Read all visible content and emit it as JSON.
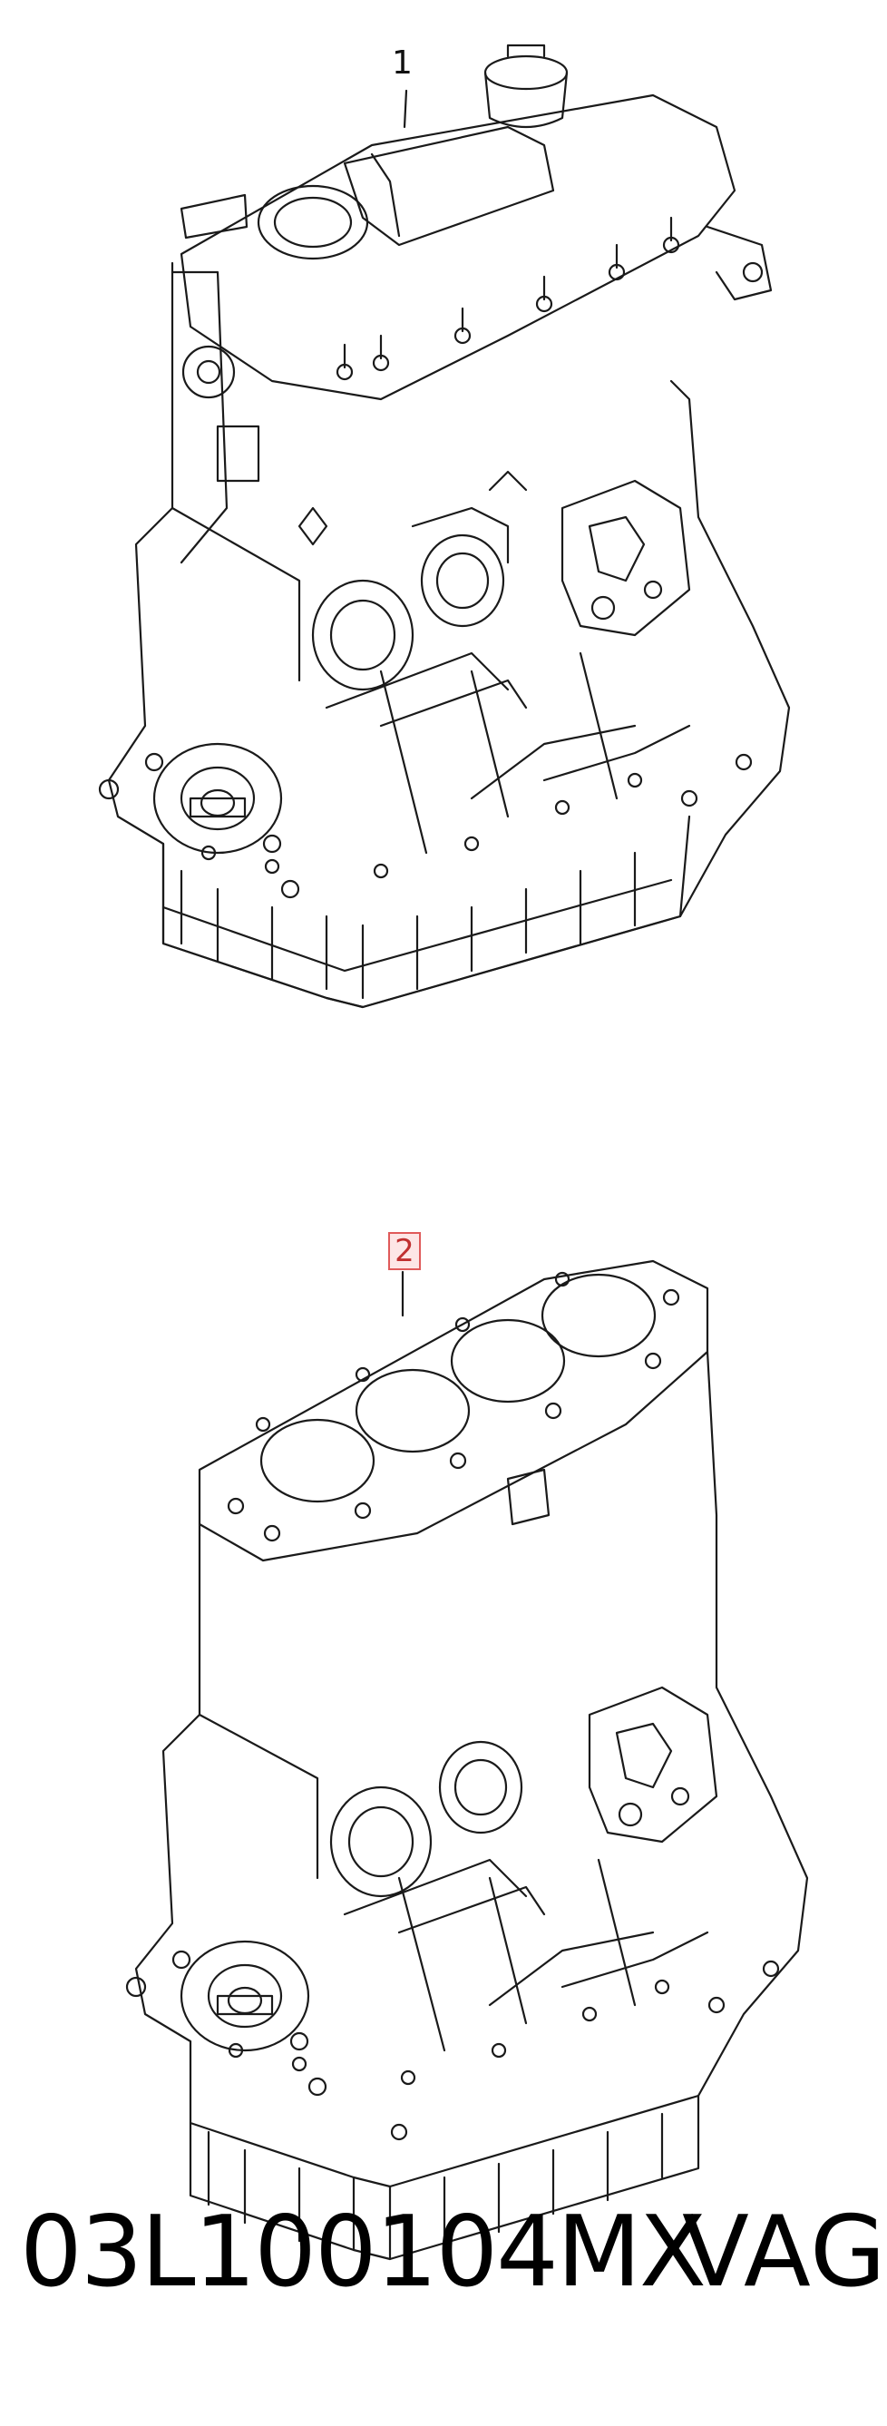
{
  "callouts": {
    "engine": "1",
    "block": "2"
  },
  "footer": {
    "part_number": "03L100104MX",
    "brand": "VAG"
  },
  "colors": {
    "line": "#1a1a1a",
    "callout_box_border": "#e05a5a",
    "callout_box_fill": "#fde6e6"
  }
}
